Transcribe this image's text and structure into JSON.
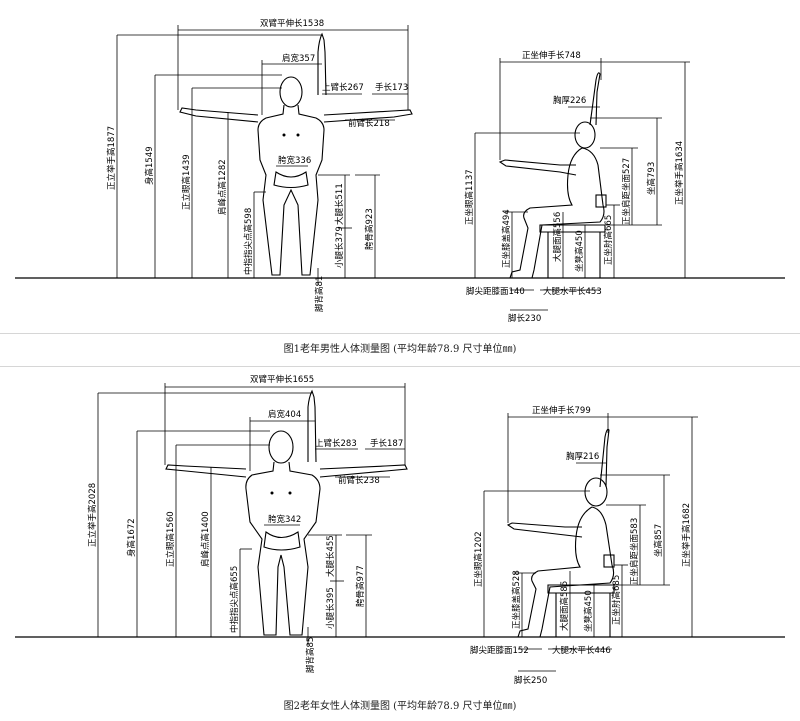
{
  "figure1": {
    "caption": "图1老年男性人体测量图 (平均年龄78.9 尺寸单位㎜)",
    "front": {
      "arm_span": "双臂平伸长1538",
      "shoulder_width": "肩宽357",
      "upper_arm": "上臂长267",
      "hand": "手长173",
      "forearm": "前臂长218",
      "hip_width": "胯宽336",
      "reach_height": "正立举手高1877",
      "height": "身高1549",
      "eye_height": "正立眼高1439",
      "shoulder_height": "肩峰点高1282",
      "fingertip_height": "中指指尖点高598",
      "thigh": "大腿长511",
      "crotch_height": "胯骨高923",
      "shank": "小腿长379",
      "ankle_height": "脚背高81"
    },
    "side": {
      "reach": "正坐伸手长748",
      "chest_depth": "胸厚226",
      "sit_eye": "正坐眼高1137",
      "sit_shoulder": "正坐肩距坐面527",
      "sit_height": "坐高793",
      "sit_reach": "正坐举手高1634",
      "knee_height": "正坐膝盖高494",
      "thigh_top": "大腿面高556",
      "seat_height": "坐凳高450",
      "elbow_height": "正坐肘高665",
      "toe_knee": "脚尖距膝面140",
      "thigh_length": "大腿水平长453",
      "foot": "脚长230"
    }
  },
  "figure2": {
    "caption": "图2老年女性人体测量图 (平均年龄78.9 尺寸单位㎜)",
    "front": {
      "arm_span": "双臂平伸长1655",
      "shoulder_width": "肩宽404",
      "upper_arm": "上臂长283",
      "hand": "手长187",
      "forearm": "前臂长238",
      "hip_width": "胯宽342",
      "reach_height": "正立举手高2028",
      "height": "身高1672",
      "eye_height": "正立眼高1560",
      "shoulder_height": "肩峰点高1400",
      "fingertip_height": "中指指尖点高655",
      "thigh": "大腿长455",
      "crotch_height": "胯骨高977",
      "shank": "小腿长395",
      "ankle_height": "脚背高85"
    },
    "side": {
      "reach": "正坐伸手长799",
      "chest_depth": "胸厚216",
      "sit_eye": "正坐眼高1202",
      "sit_shoulder": "正坐肩距坐面583",
      "sit_height": "坐高857",
      "sit_reach": "正坐举手高1682",
      "knee_height": "正坐膝盖高528",
      "thigh_top": "大腿面高585",
      "seat_height": "坐凳高450",
      "elbow_height": "正坐肘高685",
      "toe_knee": "脚尖距膝面152",
      "thigh_length": "大腿水平长446",
      "foot": "脚长250"
    }
  }
}
